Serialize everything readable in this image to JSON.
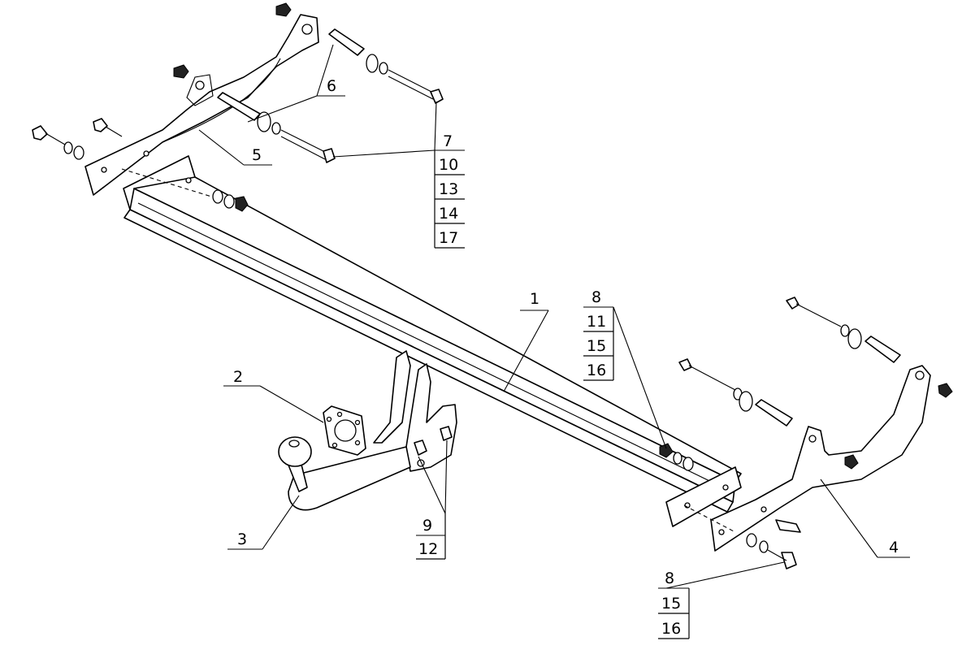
{
  "diagram": {
    "callouts": {
      "c1": "1",
      "c2": "2",
      "c3": "3",
      "c4": "4",
      "c5": "5",
      "c6": "6",
      "top_stack": [
        "7",
        "10",
        "13",
        "14",
        "17"
      ],
      "mid_stack": [
        "8",
        "11",
        "15",
        "16"
      ],
      "bot_stack": [
        "8",
        "15",
        "16"
      ],
      "ball_stack": [
        "9",
        "12"
      ]
    }
  }
}
